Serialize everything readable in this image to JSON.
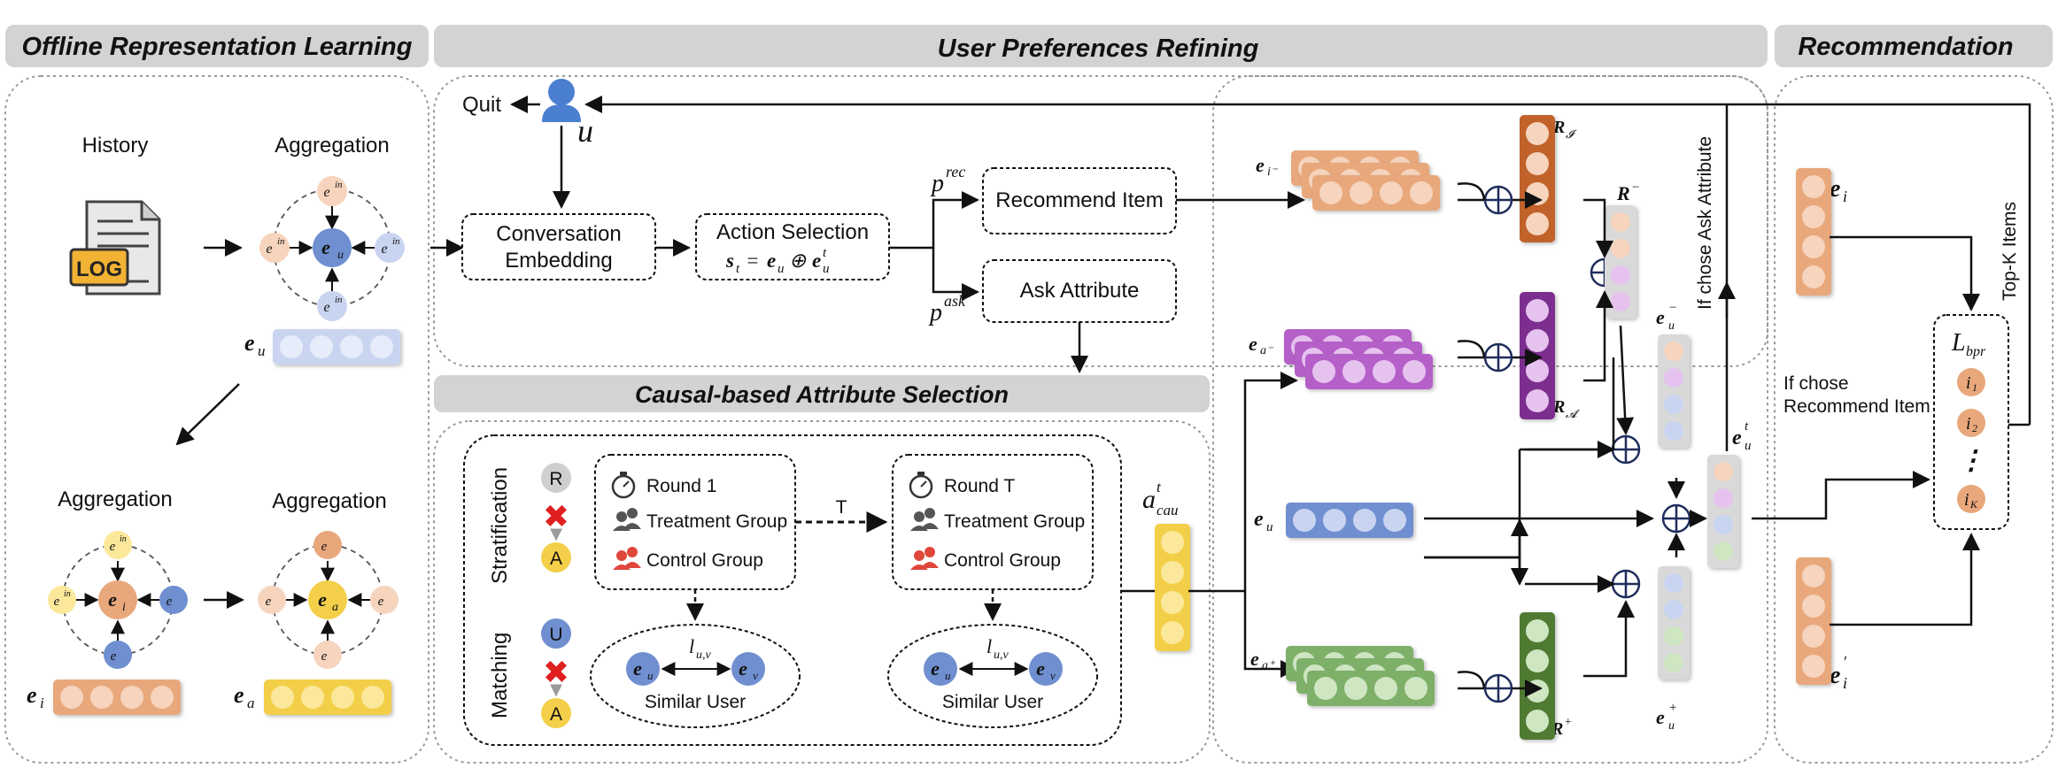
{
  "headers": {
    "offline": "Offline Representation Learning",
    "refining": "User Preferences Refining",
    "recommendation": "Recommendation",
    "causal": "Causal-based Attribute Selection"
  },
  "offline": {
    "history": "History",
    "log_icon": "LOG",
    "aggregation": "Aggregation",
    "e_u": "e",
    "e_u_sub": "u",
    "e_i": "e",
    "e_i_sub": "i",
    "e_a": "e",
    "e_a_sub": "a",
    "node_ein": "e",
    "node_ain": "e",
    "sup_in": "in"
  },
  "refining": {
    "quit": "Quit",
    "user_symbol": "u",
    "conversation_embedding_1": "Conversation",
    "conversation_embedding_2": "Embedding",
    "action_selection": "Action Selection",
    "action_formula": "s",
    "p_rec": "p",
    "p_rec_sup": "rec",
    "p_ask": "p",
    "p_ask_sup": "ask",
    "recommend_item": "Recommend Item",
    "ask_attribute": "Ask Attribute",
    "if_ask": "If chose Ask Attribute",
    "if_rec_1": "If chose",
    "if_rec_2": "Recommend Item",
    "top_k": "Top-K Items",
    "R_minus": "R",
    "R_plus": "R",
    "a_cau": "a",
    "a_cau_sub": "cau",
    "a_cau_sup": "t"
  },
  "causal": {
    "stratification": "Stratification",
    "matching": "Matching",
    "R": "R",
    "A": "A",
    "U": "U",
    "round1": "Round 1",
    "roundT": "Round T",
    "treatment": "Treatment Group",
    "control": "Control Group",
    "T": "T",
    "similar_user": "Similar User",
    "l_uv": "l",
    "l_uv_sub": "u,v"
  },
  "recommendation": {
    "loss": "L",
    "loss_sub": "bpr",
    "i1": "i",
    "i2": "i",
    "iK": "i",
    "ellipsis": "⋮"
  },
  "colors": {
    "header_bg": "#d3d3d3",
    "blue": "#6f8fd0",
    "blue_light": "#c9d5f0",
    "orange": "#e8a87c",
    "orange_light": "#f6d4bd",
    "yellow": "#f3cf4a",
    "yellow_light": "#fbe89a",
    "purple": "#b55fc9",
    "purple_light": "#e6c2ef",
    "green": "#7fb069",
    "green_light": "#cfe6c3",
    "brown": "#c0622a",
    "dark_purple": "#7b2f8f",
    "dark_green": "#4f7a33",
    "user_icon": "#4a7fd0",
    "red_x": "#e02020"
  }
}
